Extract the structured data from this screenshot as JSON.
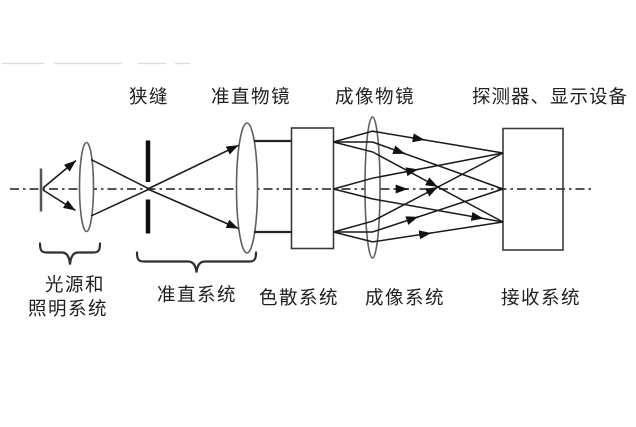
{
  "figure": {
    "background": "#ffffff",
    "ink_color": "#1a1a1a",
    "axis_color": "#3c3c3c",
    "lens_outline_color": "#5f5f5f",
    "box_outline_color": "#3a3a3a",
    "text_color": "#1f1f1f"
  },
  "labels": {
    "slit": "狭缝",
    "collimating_lens": "准直物镜",
    "imaging_lens": "成像物镜",
    "detector": "探测器、显示设备",
    "source_line1": "光源和",
    "source_line2": "照明系统",
    "collimating_system": "准直系统",
    "dispersion_system": "色散系统",
    "imaging_system": "成像系统",
    "receiving_system": "接收系统"
  }
}
